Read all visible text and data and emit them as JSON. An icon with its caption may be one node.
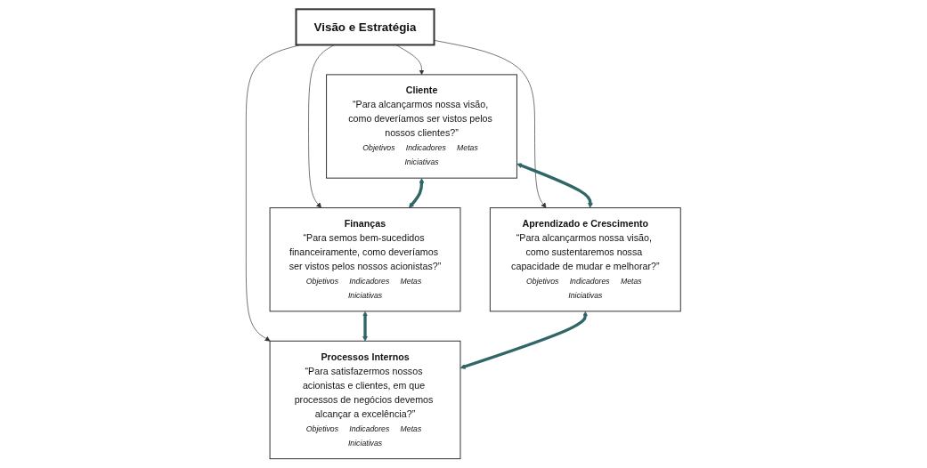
{
  "diagram": {
    "nodes": [
      {
        "text": [
          "Finanças",
          "“Para semos bem-sucedidos financeiramente, como deveríamos ser vistos pelos nossos acionistas?”",
          "Objetivos",
          "Indicadores",
          "Metas",
          "Iniciativas"
        ]
      },
      {
        "text": [
          "Cliente",
          "“Para alcançarmos nossa visão, como deveríamos ser vistos pelos nossos clientes?”",
          "Objetivos",
          "Indicadores",
          "Metas",
          "Iniciativas"
        ]
      },
      {
        "text": [
          "Visão e Estratégia"
        ]
      },
      {
        "text": [
          "Processos Internos",
          "“Para satisfazermos nossos acionistas e clientes, em que processos de negócios devemos alcançar a excelência?”",
          "Objetivos",
          "Indicadores",
          "Metas",
          "Iniciativas"
        ]
      },
      {
        "text": [
          "Aprendizado e Crescimento",
          "“Para alcançarmos nossa visão, como sustentaremos nossa capacidade de mudar e melhorar?”",
          "Objetivos",
          "Indicadores",
          "Metas",
          "Iniciativas"
        ]
      }
    ],
    "edges": [
      {
        "from": 2,
        "to": 0,
        "arrow": "to"
      },
      {
        "from": 2,
        "to": 1,
        "arrow": "to"
      },
      {
        "from": 2,
        "to": 3,
        "arrow": "to"
      },
      {
        "from": 2,
        "to": 4,
        "arrow": "to"
      },
      {
        "from": 1,
        "to": 0,
        "arrow": "both",
        "style": "thick",
        "color": "#2f6668"
      },
      {
        "from": 0,
        "to": 3,
        "arrow": "both",
        "style": "thick",
        "color": "#2f6668"
      },
      {
        "from": 1,
        "to": 4,
        "arrow": "both",
        "style": "thick",
        "color": "#2f6668"
      },
      {
        "from": 4,
        "to": 3,
        "arrow": "both",
        "style": "thick",
        "color": "#2f6668"
      }
    ]
  }
}
